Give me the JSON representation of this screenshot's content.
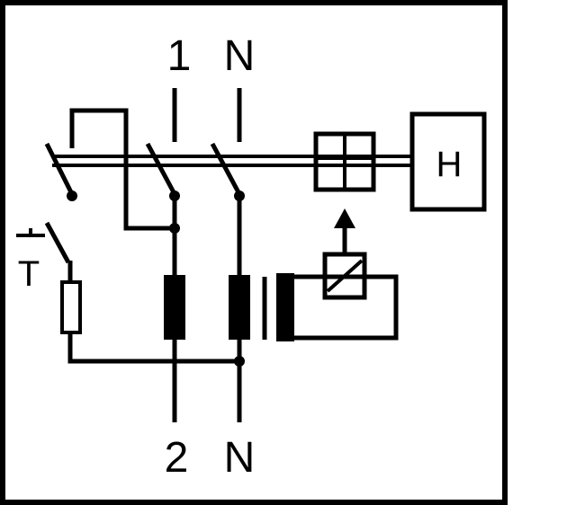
{
  "diagram": {
    "title": "",
    "terminals": {
      "top_phase": "1",
      "top_neutral": "N",
      "bottom_phase": "2",
      "bottom_neutral": "N"
    },
    "test_button_label": "T",
    "trip_mechanism_label": "H"
  },
  "colors": {
    "line": "#000000",
    "background": "#ffffff"
  }
}
